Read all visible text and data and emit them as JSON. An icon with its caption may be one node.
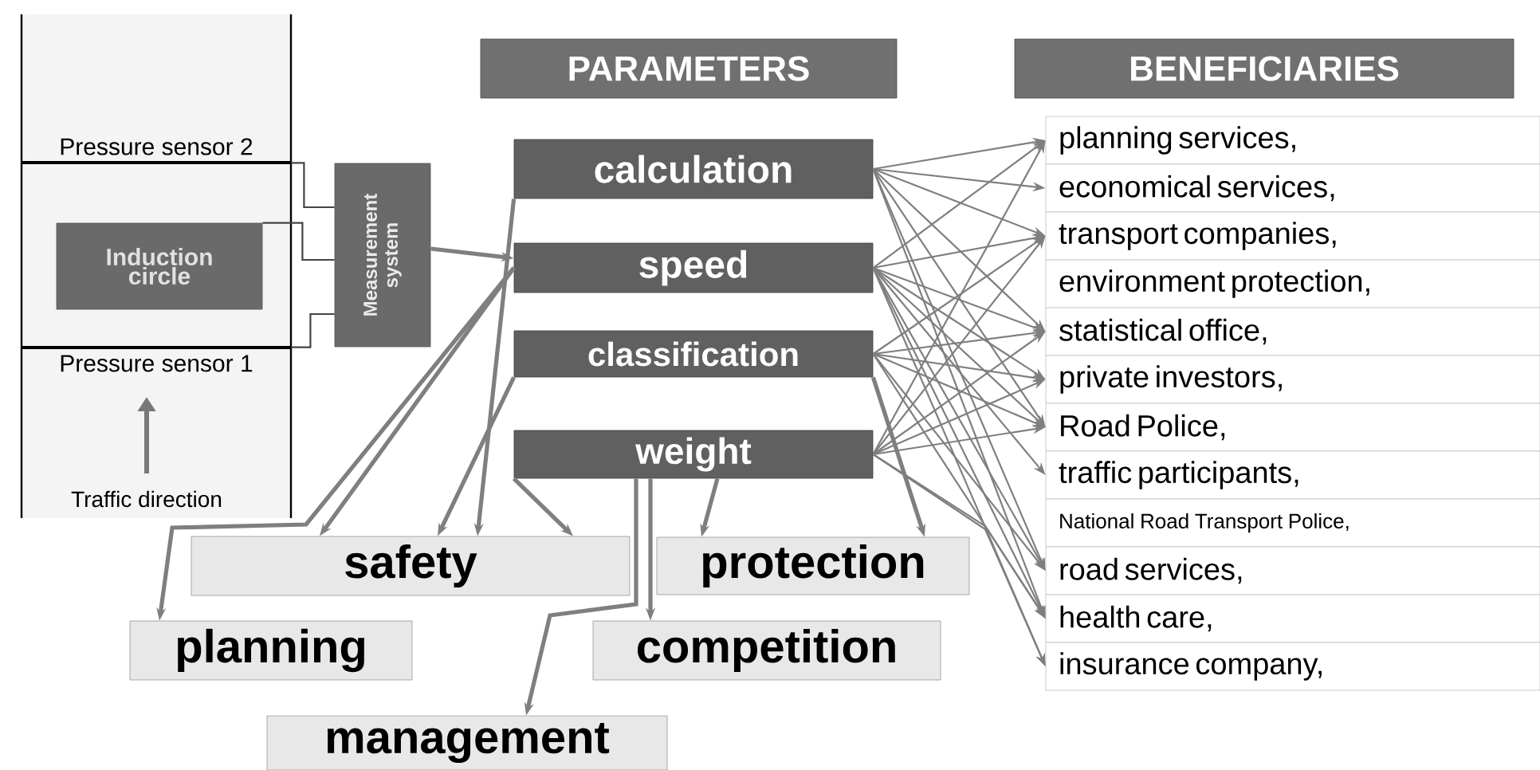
{
  "diagram": {
    "nodes": [
      {
        "text": [
          "PARAMETERS"
        ]
      },
      {
        "text": [
          "BENEFICIARIES"
        ]
      },
      {
        "text": [],
        "shape": "box"
      },
      {
        "text": [
          "Pressure sensor 2"
        ],
        "in": 2
      },
      {
        "text": [
          "Induction circle"
        ],
        "in": 2
      },
      {
        "text": [
          "Pressure sensor 1"
        ],
        "in": 2
      },
      {
        "text": [
          "Traffic direction"
        ],
        "in": 2
      },
      {
        "text": [
          "Measurement system"
        ]
      },
      {
        "text": [
          "calculation"
        ]
      },
      {
        "text": [
          "speed"
        ]
      },
      {
        "text": [
          "classification"
        ]
      },
      {
        "text": [
          "weight"
        ]
      },
      {
        "text": [
          "safety"
        ]
      },
      {
        "text": [
          "protection"
        ]
      },
      {
        "text": [
          "planning"
        ]
      },
      {
        "text": [
          "competition"
        ]
      },
      {
        "text": [
          "management"
        ]
      },
      {
        "text": [
          "planning services,"
        ]
      },
      {
        "text": [
          "economical services,"
        ]
      },
      {
        "text": [
          "transport companies,"
        ]
      },
      {
        "text": [
          "environment protection,"
        ]
      },
      {
        "text": [
          "statistical office,"
        ]
      },
      {
        "text": [
          "private investors,"
        ]
      },
      {
        "text": [
          "Road Police,"
        ]
      },
      {
        "text": [
          "traffic participants,"
        ]
      },
      {
        "text": [
          "National Road Transport Police,"
        ]
      },
      {
        "text": [
          "road services,"
        ]
      },
      {
        "text": [
          "health care,"
        ]
      },
      {
        "text": [
          "insurance company,"
        ]
      }
    ],
    "edges": [
      {
        "from": 3,
        "to": 7,
        "arrow": "none",
        "color": "#444444"
      },
      {
        "from": 4,
        "to": 7,
        "arrow": "none",
        "color": "#444444"
      },
      {
        "from": 5,
        "to": 7,
        "arrow": "none",
        "color": "#444444"
      },
      {
        "from": 7,
        "to": 9,
        "arrow": "to",
        "style": "thick"
      },
      {
        "from": 8,
        "to": 12,
        "arrow": "to",
        "style": "thick"
      },
      {
        "from": 9,
        "to": 12,
        "arrow": "to",
        "style": "thick"
      },
      {
        "from": 9,
        "to": 14,
        "arrow": "to",
        "style": "thick"
      },
      {
        "from": 10,
        "to": 12,
        "arrow": "to",
        "style": "thick"
      },
      {
        "from": 10,
        "to": 13,
        "arrow": "to",
        "style": "thick"
      },
      {
        "from": 11,
        "to": 12,
        "arrow": "to",
        "style": "thick"
      },
      {
        "from": 11,
        "to": 16,
        "arrow": "to",
        "style": "thick"
      },
      {
        "from": 11,
        "to": 15,
        "arrow": "to",
        "style": "thick"
      },
      {
        "from": 11,
        "to": 13,
        "arrow": "to",
        "style": "thick"
      },
      {
        "from": 8,
        "to": 17,
        "arrow": "to"
      },
      {
        "from": 8,
        "to": 18,
        "arrow": "to"
      },
      {
        "from": 8,
        "to": 19,
        "arrow": "to"
      },
      {
        "from": 8,
        "to": 21,
        "arrow": "to"
      },
      {
        "from": 8,
        "to": 23,
        "arrow": "to"
      },
      {
        "from": 8,
        "to": 26,
        "arrow": "to"
      },
      {
        "from": 8,
        "to": 27,
        "arrow": "to"
      },
      {
        "from": 9,
        "to": 17,
        "arrow": "to"
      },
      {
        "from": 9,
        "to": 19,
        "arrow": "to"
      },
      {
        "from": 9,
        "to": 21,
        "arrow": "to"
      },
      {
        "from": 9,
        "to": 22,
        "arrow": "to"
      },
      {
        "from": 9,
        "to": 23,
        "arrow": "to"
      },
      {
        "from": 9,
        "to": 24,
        "arrow": "to"
      },
      {
        "from": 9,
        "to": 26,
        "arrow": "to"
      },
      {
        "from": 9,
        "to": 27,
        "arrow": "to"
      },
      {
        "from": 9,
        "to": 28,
        "arrow": "to"
      },
      {
        "from": 10,
        "to": 19,
        "arrow": "to"
      },
      {
        "from": 10,
        "to": 21,
        "arrow": "to"
      },
      {
        "from": 10,
        "to": 22,
        "arrow": "to"
      },
      {
        "from": 10,
        "to": 23,
        "arrow": "to"
      },
      {
        "from": 10,
        "to": 26,
        "arrow": "to"
      },
      {
        "from": 10,
        "to": 27,
        "arrow": "to"
      },
      {
        "from": 11,
        "to": 17,
        "arrow": "to"
      },
      {
        "from": 11,
        "to": 19,
        "arrow": "to"
      },
      {
        "from": 11,
        "to": 21,
        "arrow": "to"
      },
      {
        "from": 11,
        "to": 22,
        "arrow": "to"
      },
      {
        "from": 11,
        "to": 23,
        "arrow": "to"
      },
      {
        "from": 11,
        "to": 27,
        "arrow": "to"
      },
      {
        "from": 11,
        "to": 28,
        "arrow": "to"
      }
    ]
  }
}
